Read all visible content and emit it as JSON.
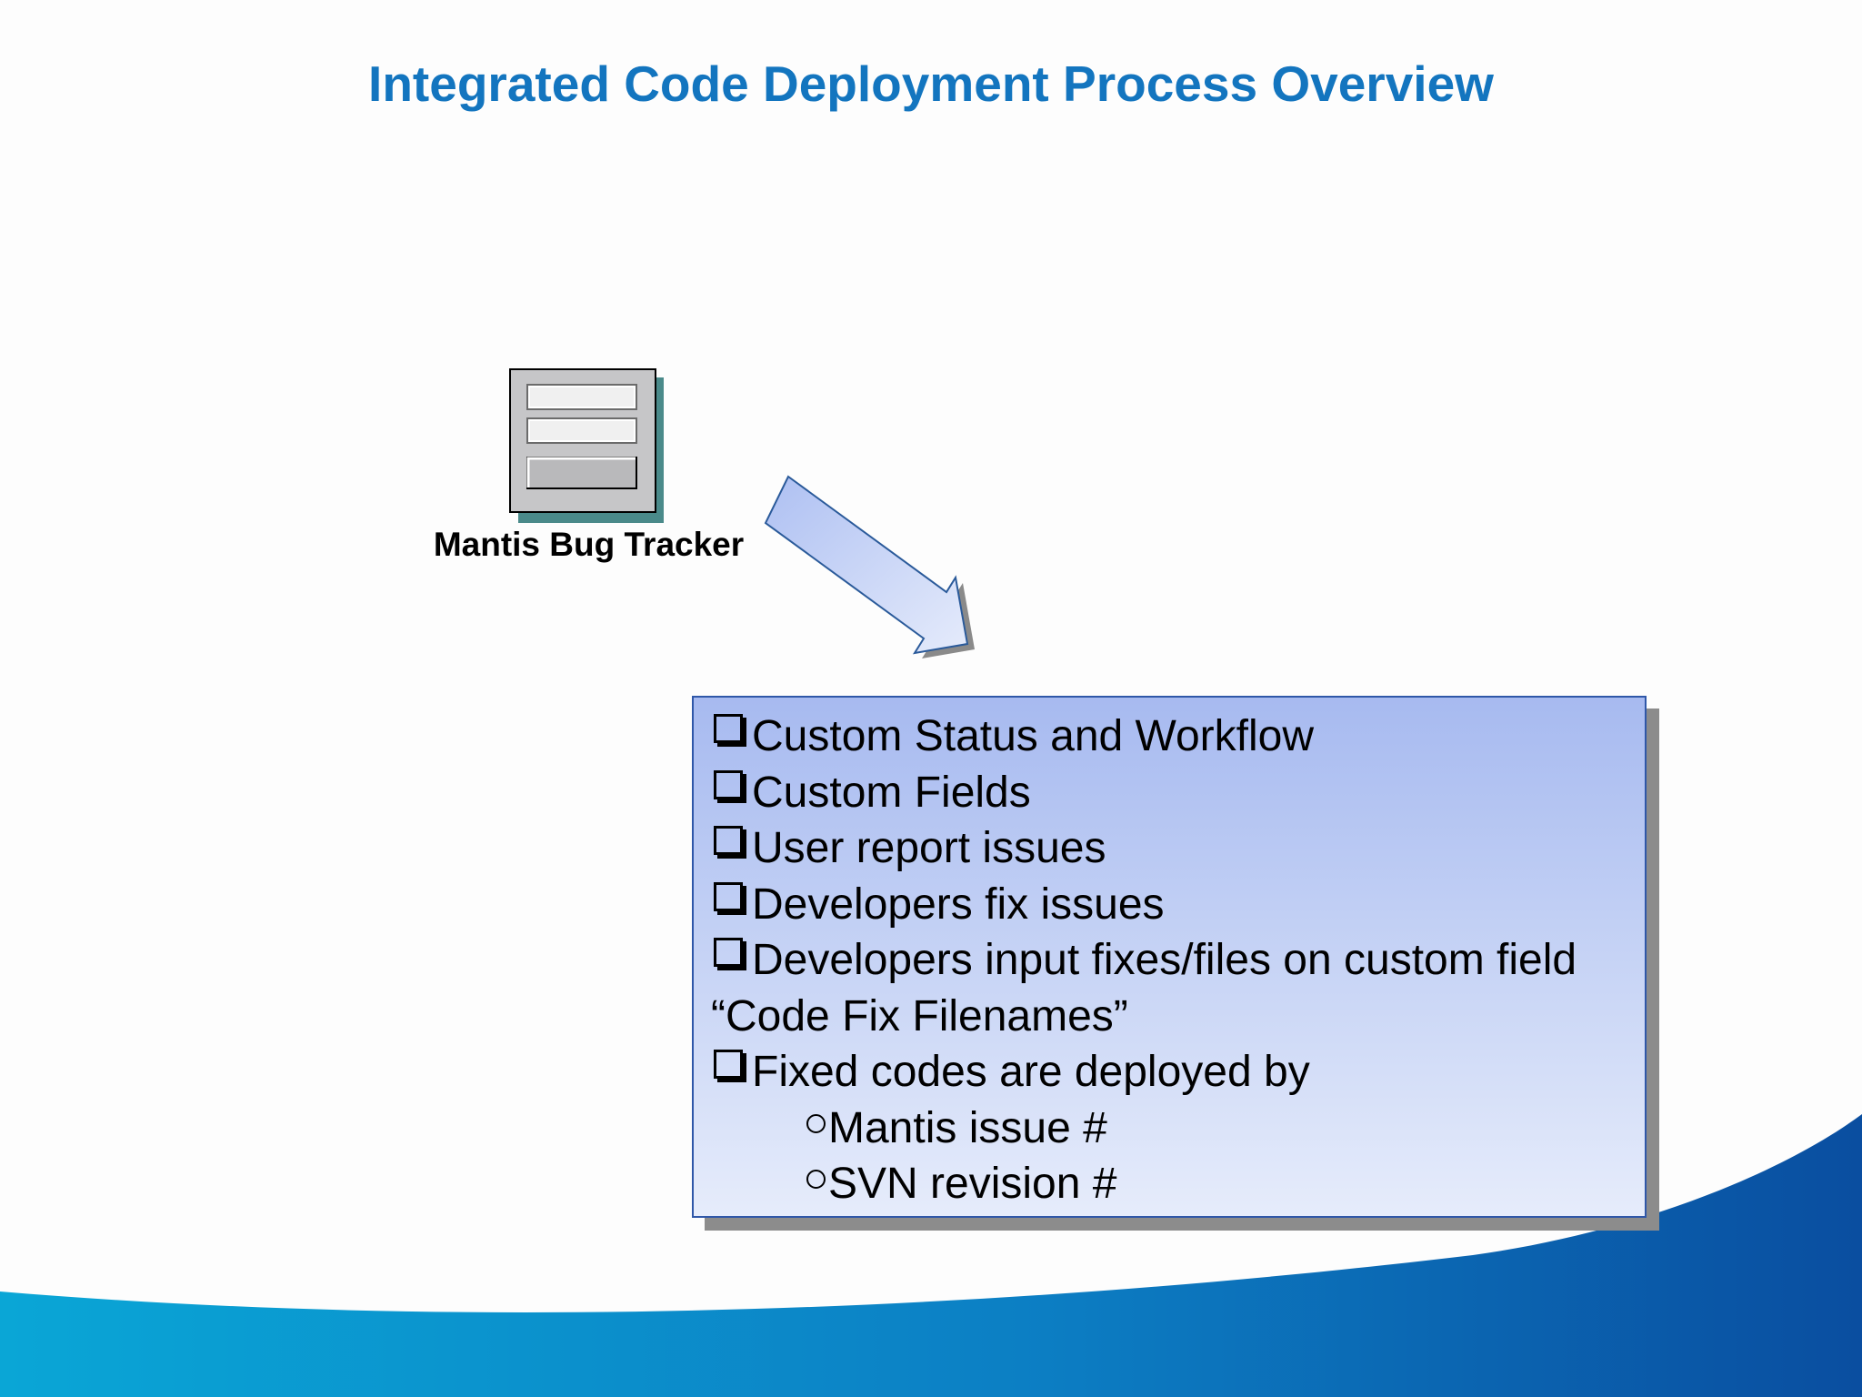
{
  "slide": {
    "title": "Integrated Code Deployment Process Overview"
  },
  "diagram": {
    "server": {
      "icon": "server-icon",
      "label": "Mantis Bug Tracker"
    },
    "arrow": {
      "icon": "flow-arrow-icon"
    },
    "features": {
      "bullet_icon": "checkbox-bullet-icon",
      "items": [
        "Custom Status and Workflow",
        "Custom Fields",
        "User report issues",
        "Developers fix issues",
        "Developers input fixes/files on custom field “Code Fix Filenames”",
        "Fixed codes are deployed by"
      ],
      "sub_bullet_icon": "circle-bullet-icon",
      "sub_items": [
        "Mantis issue #",
        "SVN revision #"
      ]
    }
  },
  "colors": {
    "title": "#1375bf",
    "box_top": "#a7baf0",
    "box_bottom": "#e6ecfb",
    "box_border": "#2f57a8",
    "wave_light": "#0aa6d6",
    "wave_dark": "#0a4ea0"
  }
}
